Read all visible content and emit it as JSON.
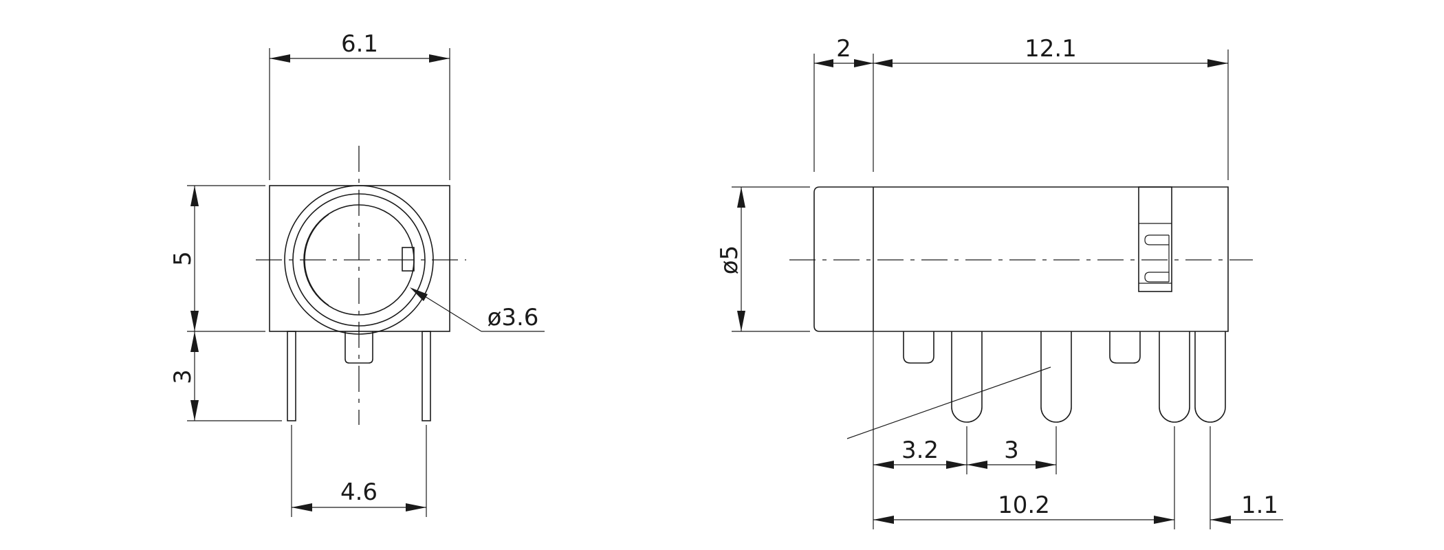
{
  "front_view": {
    "width_label": "6.1",
    "height_label": "5",
    "pin_length_label": "3",
    "pin_spacing_label": "4.6",
    "bore_label": "ø3.6"
  },
  "side_view": {
    "flange_label": "2",
    "body_length_label": "12.1",
    "diameter_label": "ø5",
    "pitch_a_label": "3.2",
    "pitch_b_label": "3",
    "overall_pin_label": "10.2",
    "pin_width_label": "1.1"
  }
}
